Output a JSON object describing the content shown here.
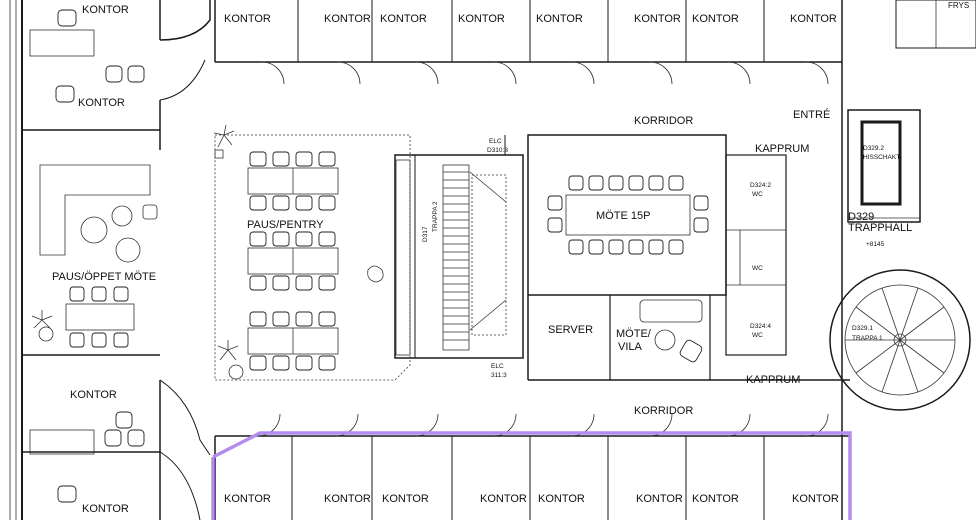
{
  "labels": {
    "kontor": "KONTOR",
    "korridor": "KORRIDOR",
    "entre": "ENTRÉ",
    "kapprum": "KAPPRUM",
    "hisschakt_code": "D329.2",
    "hisschakt": "HISSCHAKT",
    "trapphall_code": "D329",
    "trapphall": "TRAPPHALL",
    "trappa1_code": "D329.1",
    "trappa1": "TRAPPA 1",
    "mote15p": "MÖTE 15P",
    "paus_pentry": "PAUS/PENTRY",
    "paus_oppet_mote": "PAUS/ÖPPET MÖTE",
    "server": "SERVER",
    "mote_vila_1": "MÖTE/",
    "mote_vila_2": "VILA",
    "elc_top_1": "ELC",
    "elc_top_2": "D310:3",
    "elc_bottom_1": "ELC",
    "elc_bottom_2": "311:3",
    "trappa2_code": "D317",
    "trappa2": "TRAPPA 2",
    "wc_code_1": "D324:2",
    "wc": "WC",
    "wc_code_2": "D324:4",
    "frys": "FRYS",
    "level_mark": "+8145"
  },
  "highlight_color": "#b48cf0"
}
